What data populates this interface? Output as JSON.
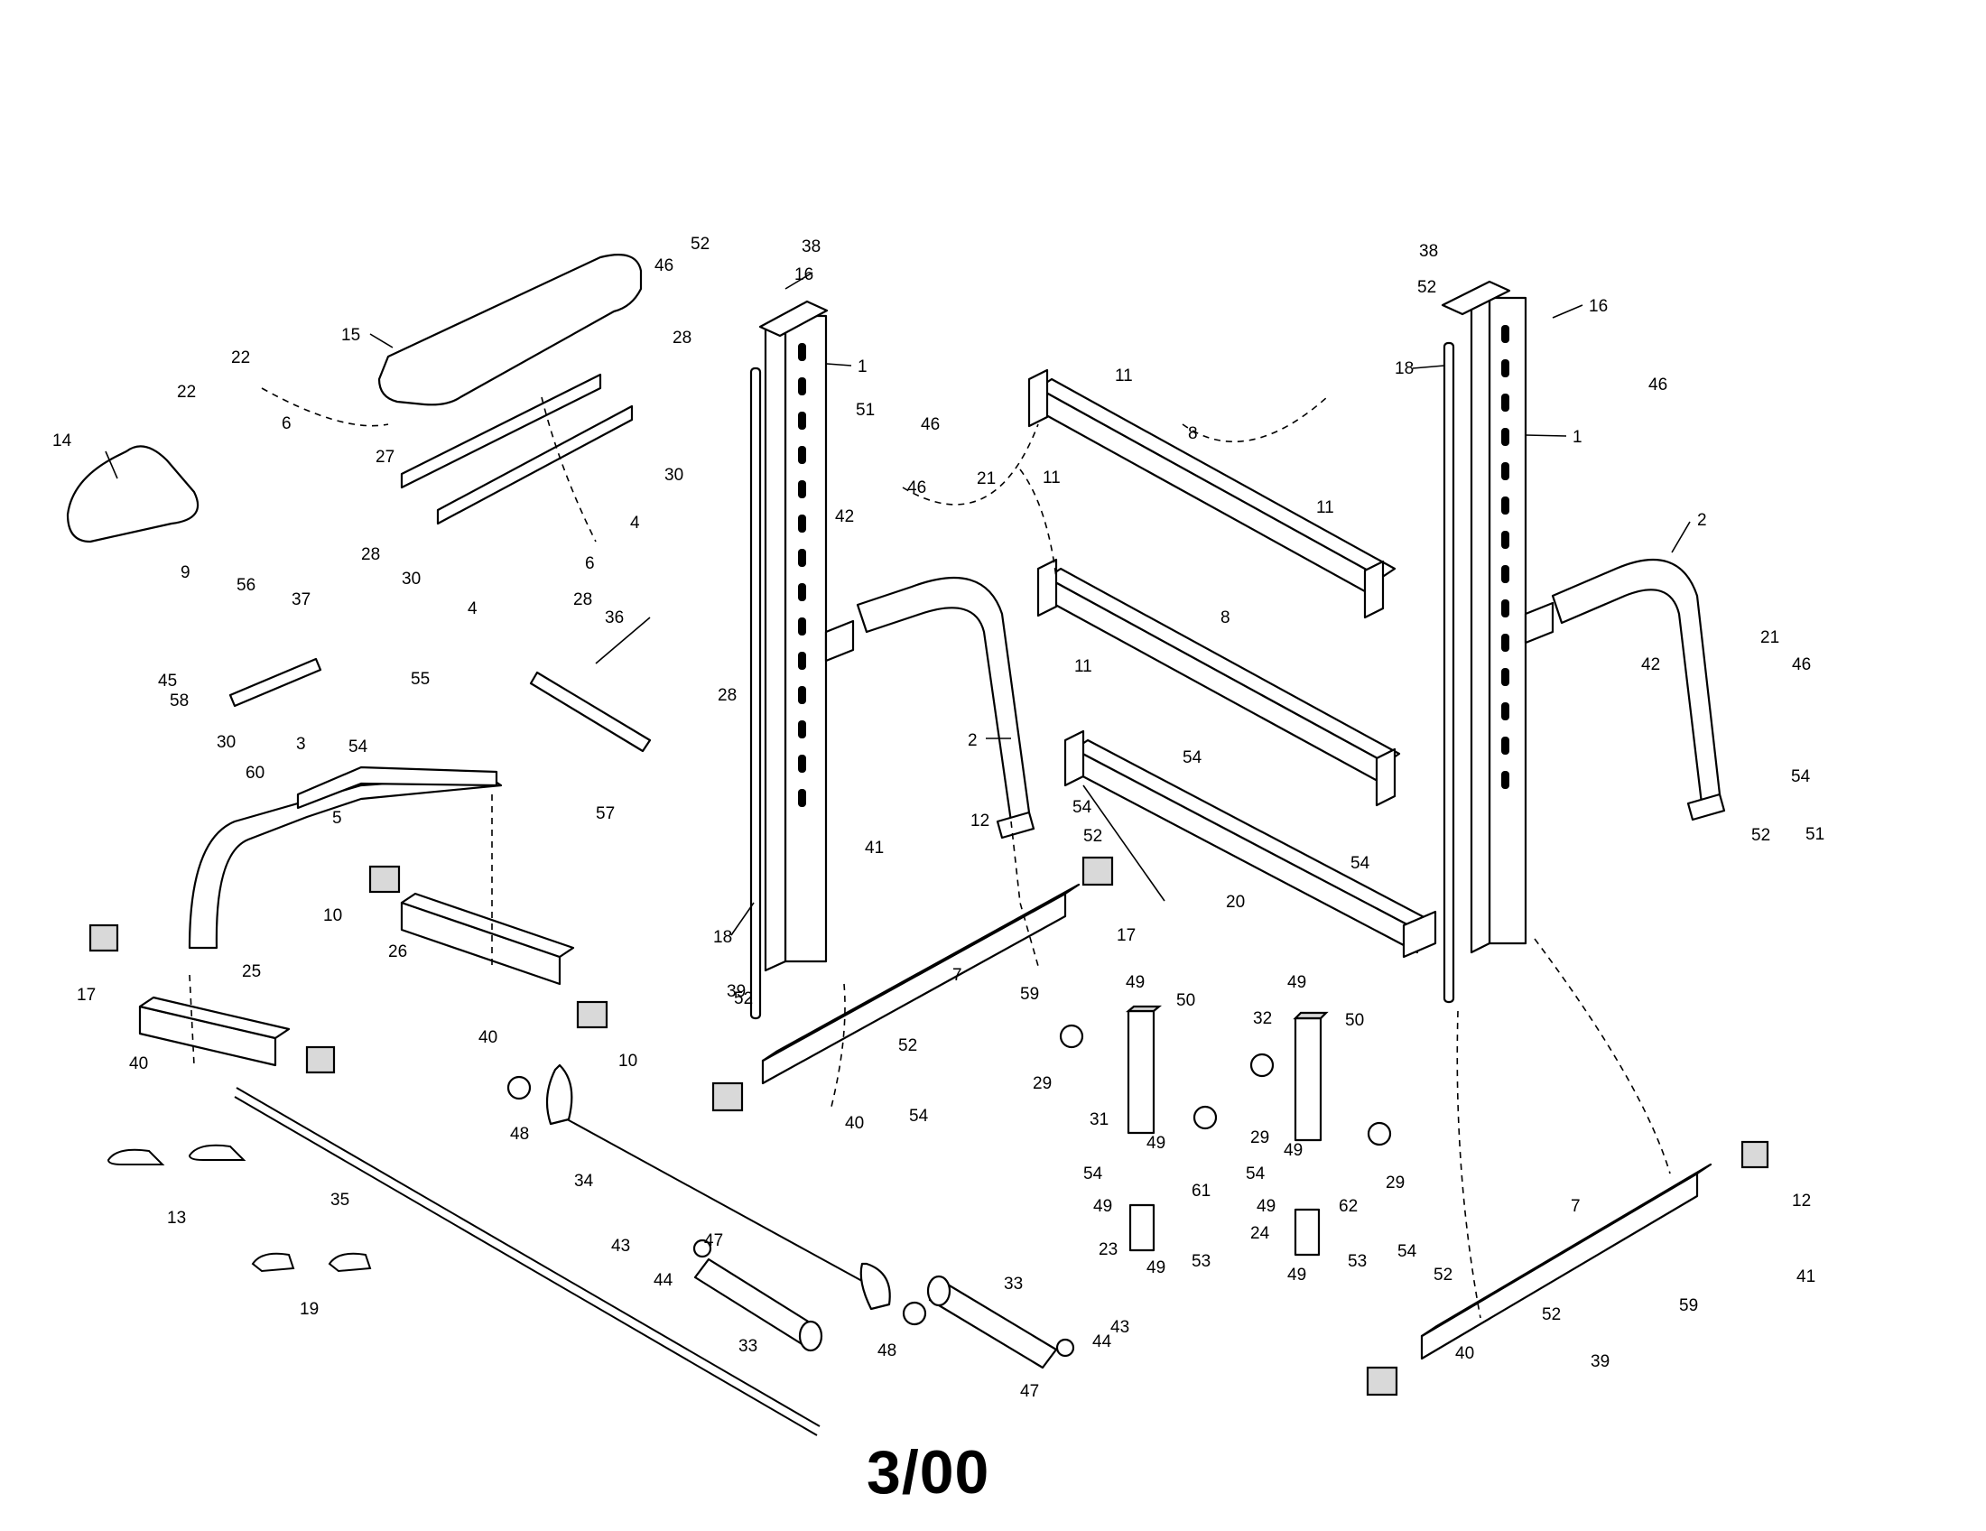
{
  "diagram": {
    "date_code": "3/00",
    "callouts": [
      "1",
      "2",
      "3",
      "4",
      "5",
      "6",
      "7",
      "8",
      "9",
      "10",
      "11",
      "12",
      "13",
      "14",
      "15",
      "16",
      "17",
      "18",
      "19",
      "20",
      "21",
      "22",
      "23",
      "24",
      "25",
      "26",
      "27",
      "28",
      "29",
      "30",
      "31",
      "32",
      "33",
      "34",
      "35",
      "36",
      "37",
      "38",
      "39",
      "40",
      "41",
      "42",
      "43",
      "44",
      "45",
      "46",
      "47",
      "48",
      "49",
      "50",
      "51",
      "52",
      "53",
      "54",
      "55",
      "56",
      "57",
      "58",
      "59",
      "60",
      "61",
      "62"
    ]
  }
}
